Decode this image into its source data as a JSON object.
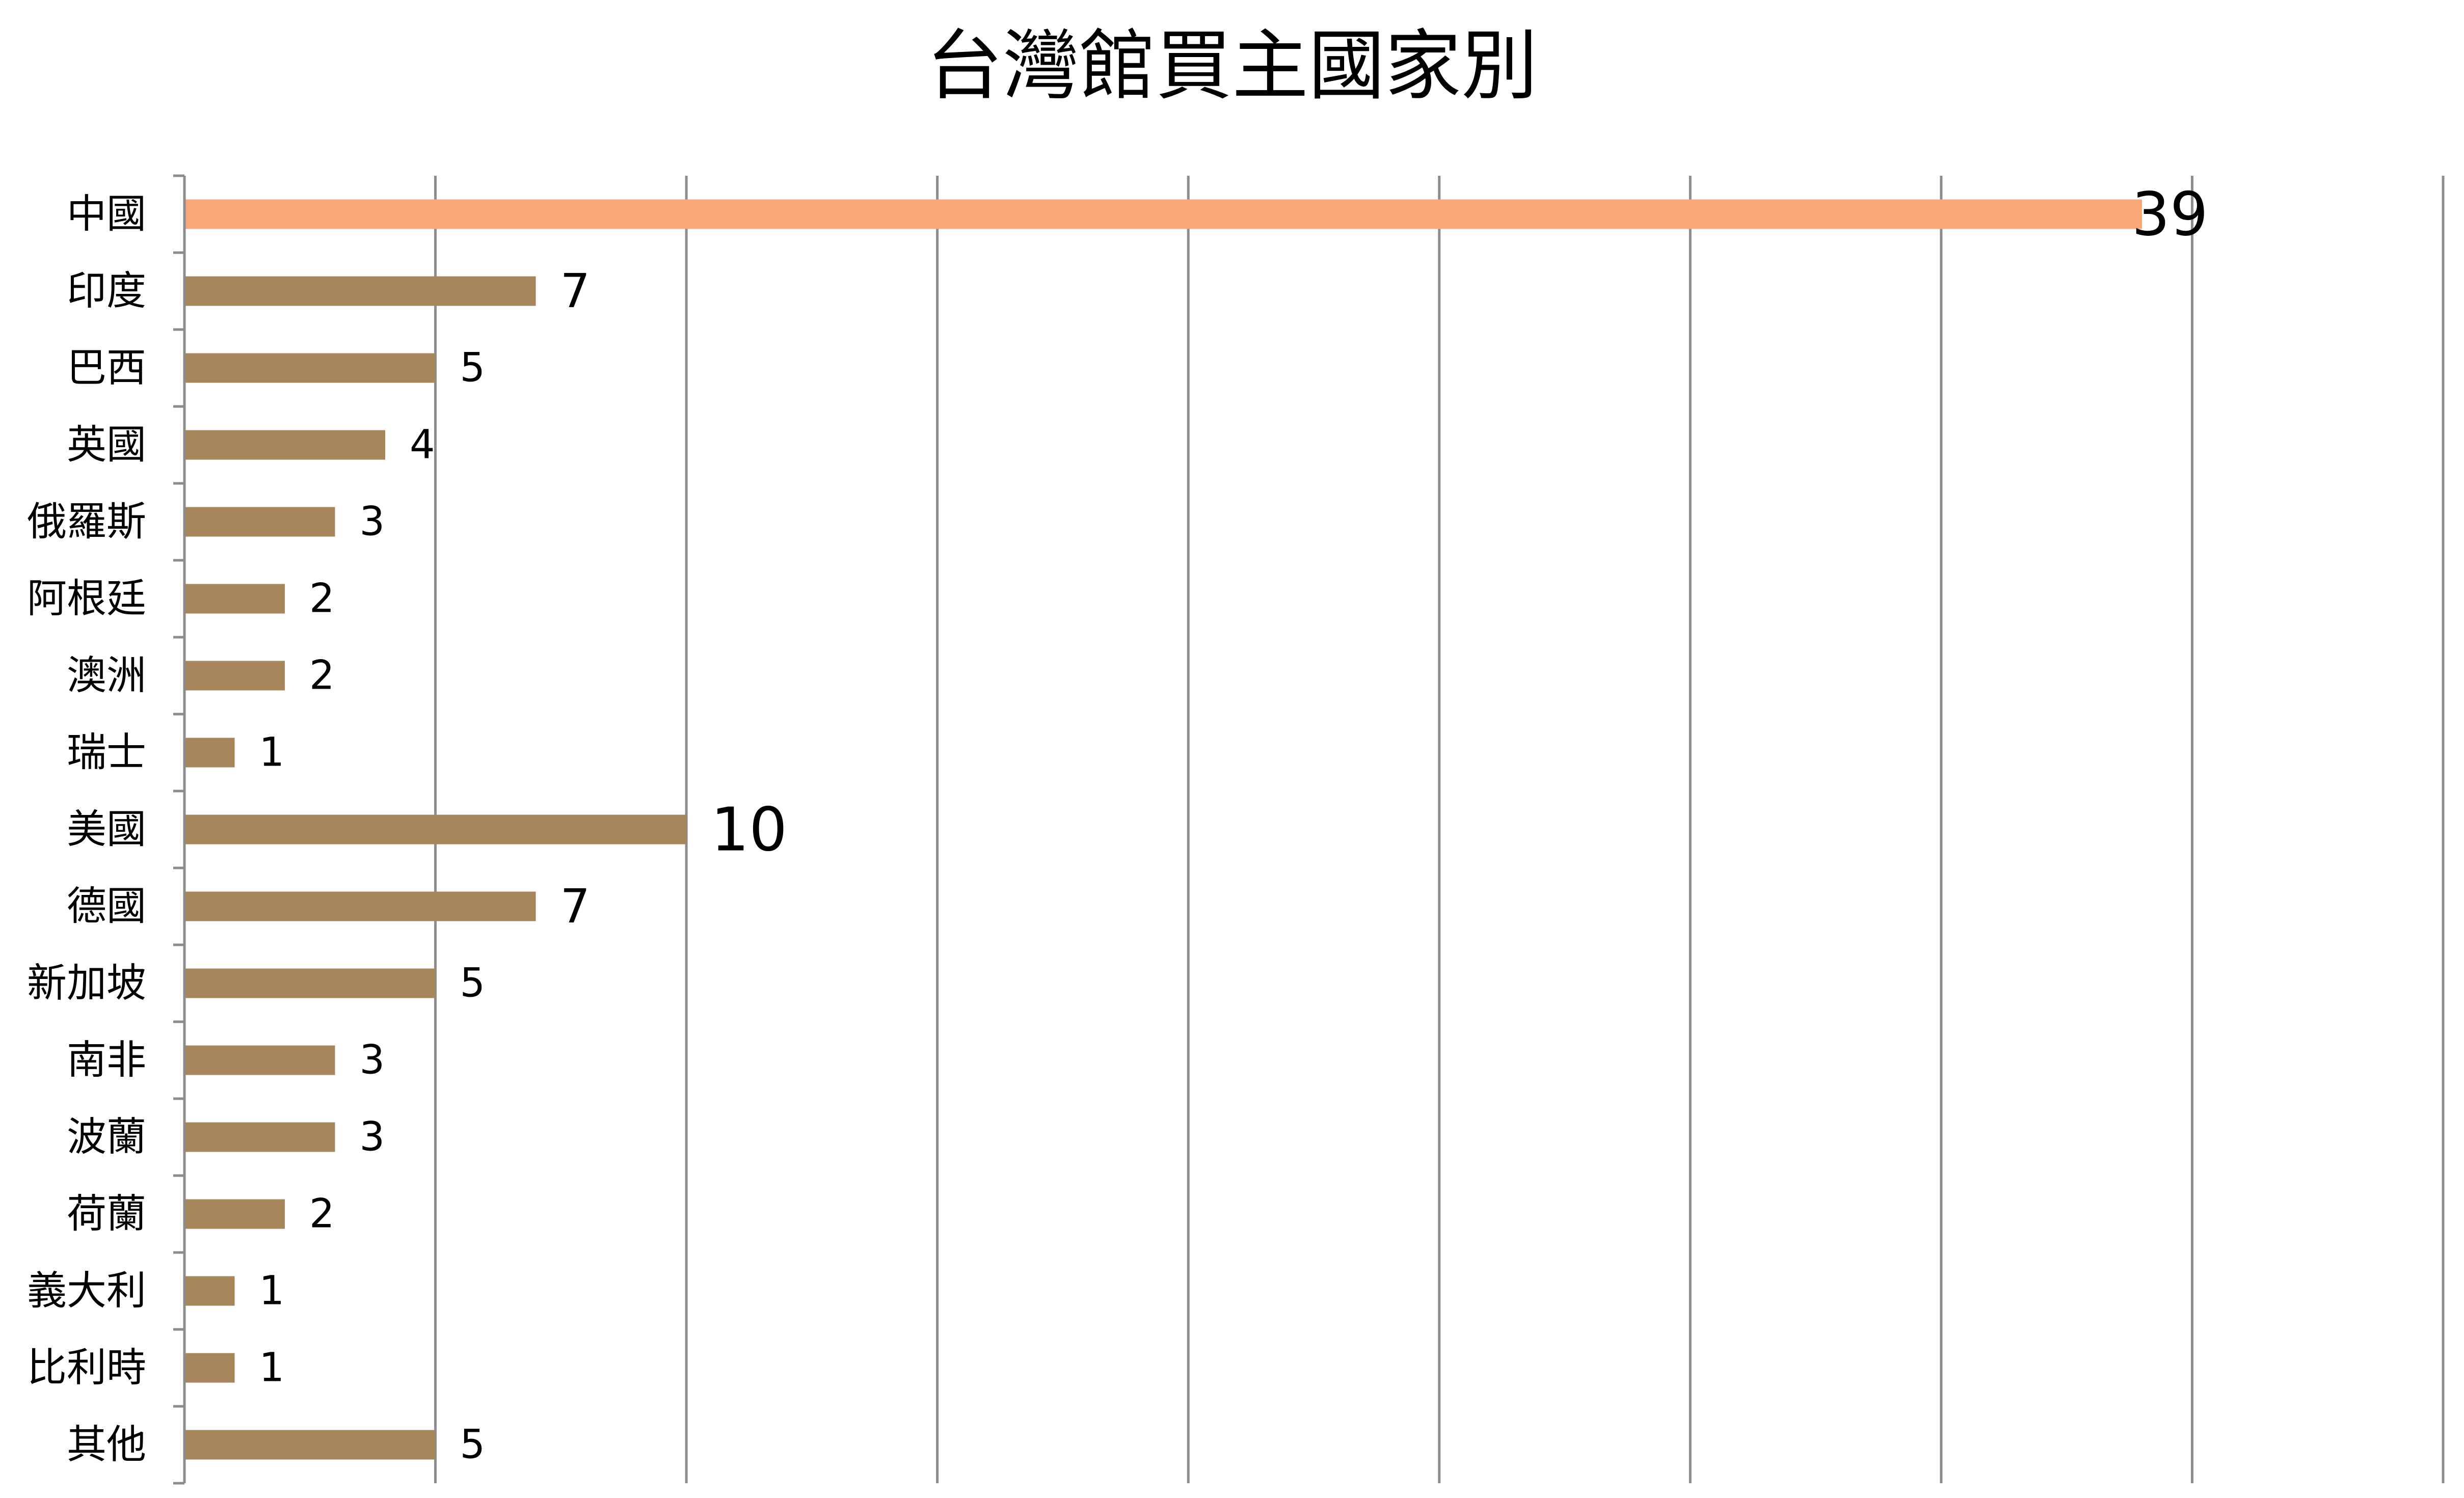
{
  "chart_data": {
    "type": "bar",
    "orientation": "horizontal",
    "title": "台灣館買主國家別",
    "xlabel": "",
    "ylabel": "",
    "xlim": [
      0,
      45
    ],
    "major_unit": 5,
    "grid": true,
    "legend": "none",
    "categories": [
      "中國",
      "印度",
      "巴西",
      "英國",
      "俄羅斯",
      "阿根廷",
      "澳洲",
      "瑞士",
      "美國",
      "德國",
      "新加坡",
      "南非",
      "波蘭",
      "荷蘭",
      "義大利",
      "比利時",
      "其他"
    ],
    "values": [
      39,
      7,
      5,
      4,
      3,
      2,
      2,
      1,
      10,
      7,
      5,
      3,
      3,
      2,
      1,
      1,
      5
    ],
    "data_labels": [
      "39",
      "7",
      "5",
      "4",
      "3",
      "2",
      "2",
      "1",
      "10",
      "7",
      "5",
      "3",
      "3",
      "2",
      "1",
      "1",
      "5"
    ],
    "highlight_index": 0,
    "colors": {
      "bar": "#a6865a",
      "highlight": "#f8a878",
      "grid": "#8c8c8c",
      "axis": "#8c8c8c",
      "text": "#000000"
    }
  }
}
